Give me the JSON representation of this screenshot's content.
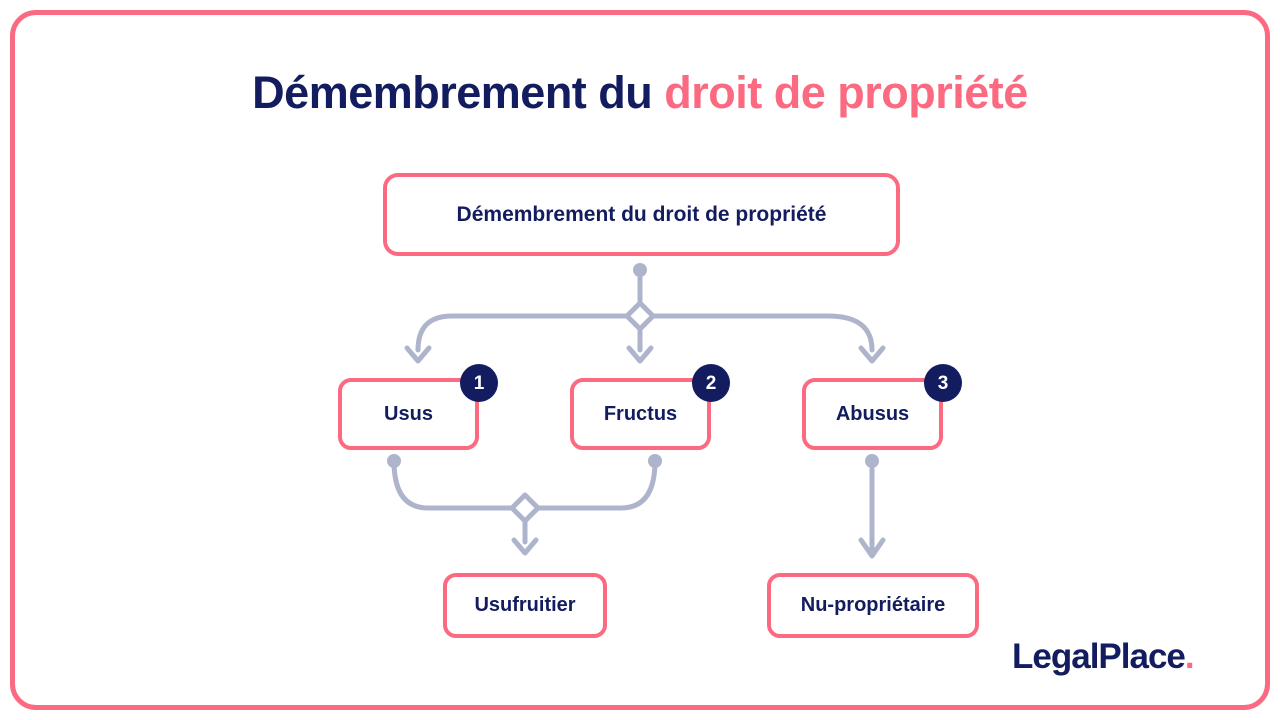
{
  "meta": {
    "title_main": "Démembrement du ",
    "title_accent": "droit de propriété",
    "colors": {
      "pink": "#FC6A81",
      "navy": "#121C5E",
      "connector_gray": "#AEB4CB",
      "background": "#FFFFFF"
    }
  },
  "diagram": {
    "root": {
      "label": "Démembrement du droit de propriété"
    },
    "branches": [
      {
        "badge": "1",
        "label": "Usus"
      },
      {
        "badge": "2",
        "label": "Fructus"
      },
      {
        "badge": "3",
        "label": "Abusus"
      }
    ],
    "outcomes": [
      {
        "label": "Usufruitier"
      },
      {
        "label": "Nu-propriétaire"
      }
    ]
  },
  "logo": {
    "name": "LegalPlace",
    "dot": "."
  }
}
